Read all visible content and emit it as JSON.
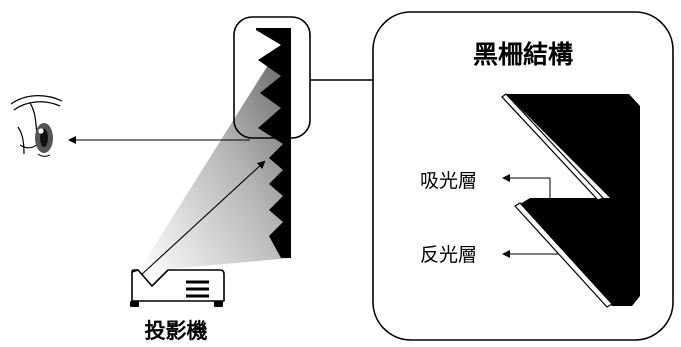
{
  "inset": {
    "title": "黑柵結構",
    "absorb_label": "吸光層",
    "reflect_label": "反光層"
  },
  "projector": {
    "label": "投影機"
  },
  "colors": {
    "ink": "#000000",
    "background": "#ffffff",
    "beam_light": "#ffffff",
    "beam_dark": "#444444",
    "iris": "#555555"
  },
  "icons": {
    "eye": "eye-icon",
    "projector": "projector-icon",
    "screen": "sawtooth-screen-icon"
  }
}
